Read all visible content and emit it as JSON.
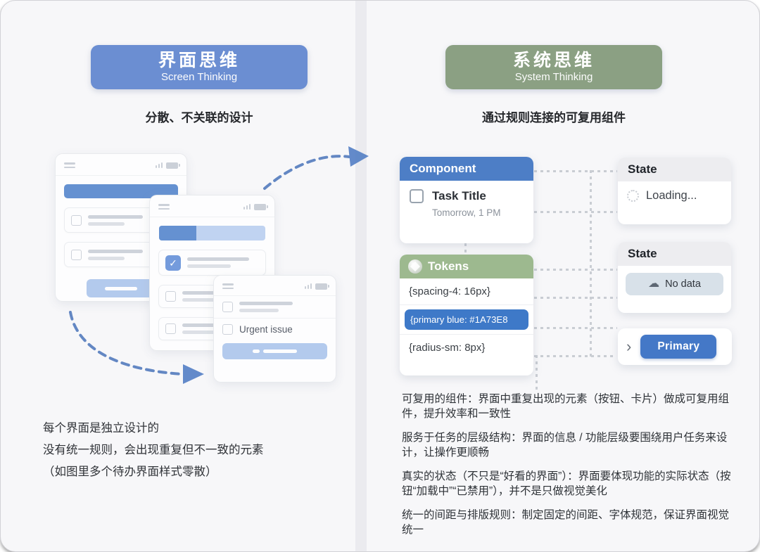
{
  "left": {
    "banner": {
      "title": "界面思维",
      "subtitle": "Screen Thinking"
    },
    "caption": "分散、不关联的设计",
    "mockups": {
      "urgent_label": "Urgent issue"
    },
    "notes": [
      "每个界面是独立设计的",
      "没有统一规则，会出现重复但不一致的元素",
      "（如图里多个待办界面样式零散）"
    ]
  },
  "right": {
    "banner": {
      "title": "系统思维",
      "subtitle": "System Thinking"
    },
    "caption": "通过规则连接的可复用组件",
    "component_card": {
      "header": "Component",
      "task_title": "Task Title",
      "task_time": "Tomorrow, 1 PM"
    },
    "tokens_card": {
      "header": "Tokens",
      "rows": [
        "{spacing-4: 16px}",
        "{primary blue: #1A73E8",
        "{radius-sm: 8px}"
      ]
    },
    "state_loading": {
      "header": "State",
      "label": "Loading..."
    },
    "state_nodata": {
      "header": "State",
      "label": "No data"
    },
    "primary_card": {
      "chevron": "›",
      "button": "Primary"
    },
    "notes": [
      "可复用的组件：界面中重复出现的元素（按钮、卡片）做成可复用组件，提升效率和一致性",
      "服务于任务的层级结构：界面的信息 / 功能层级要围绕用户任务来设计，让操作更顺畅",
      "真实的状态（不只是“好看的界面”）：界面要体现功能的实际状态（按钮“加载中”“已禁用”），并不是只做视觉美化",
      "统一的间距与排版规则：制定固定的间距、字体规范，保证界面视觉统一"
    ]
  },
  "colors": {
    "left_accent": "#6B8ED2",
    "right_accent": "#8BA083",
    "component_header_blue": "#4D7EC6",
    "tokens_header_green": "#9DB98F",
    "token_pill_blue": "#3E79C8",
    "primary_button_blue": "#4478C7",
    "arrow_blue": "#4A74BA"
  }
}
